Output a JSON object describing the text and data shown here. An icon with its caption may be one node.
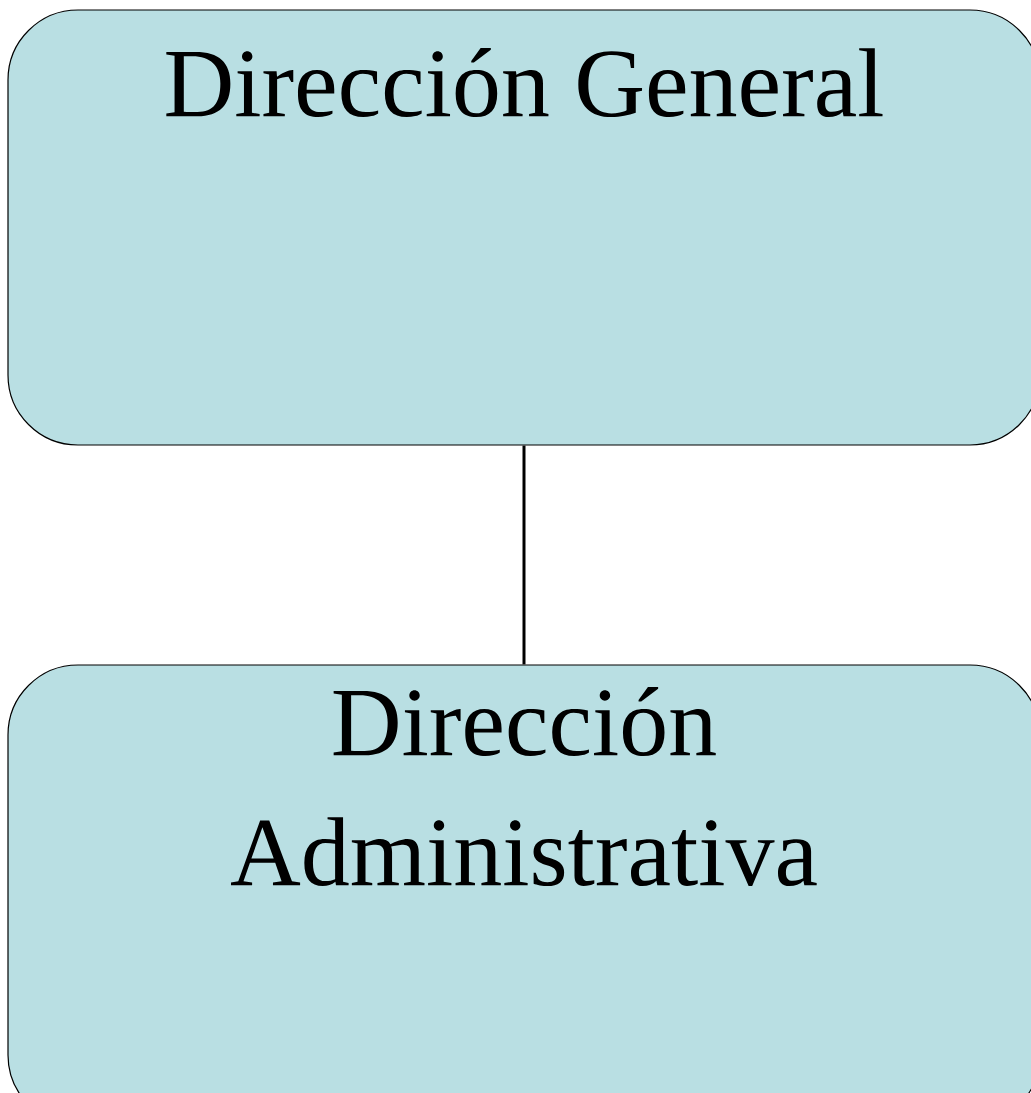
{
  "diagram": {
    "nodes": [
      {
        "text": [
          "Dirección General"
        ]
      },
      {
        "text": [
          "Dirección Administrativa"
        ]
      }
    ],
    "edges": [
      {
        "from": 0,
        "to": 1,
        "arrow": "none"
      }
    ]
  }
}
